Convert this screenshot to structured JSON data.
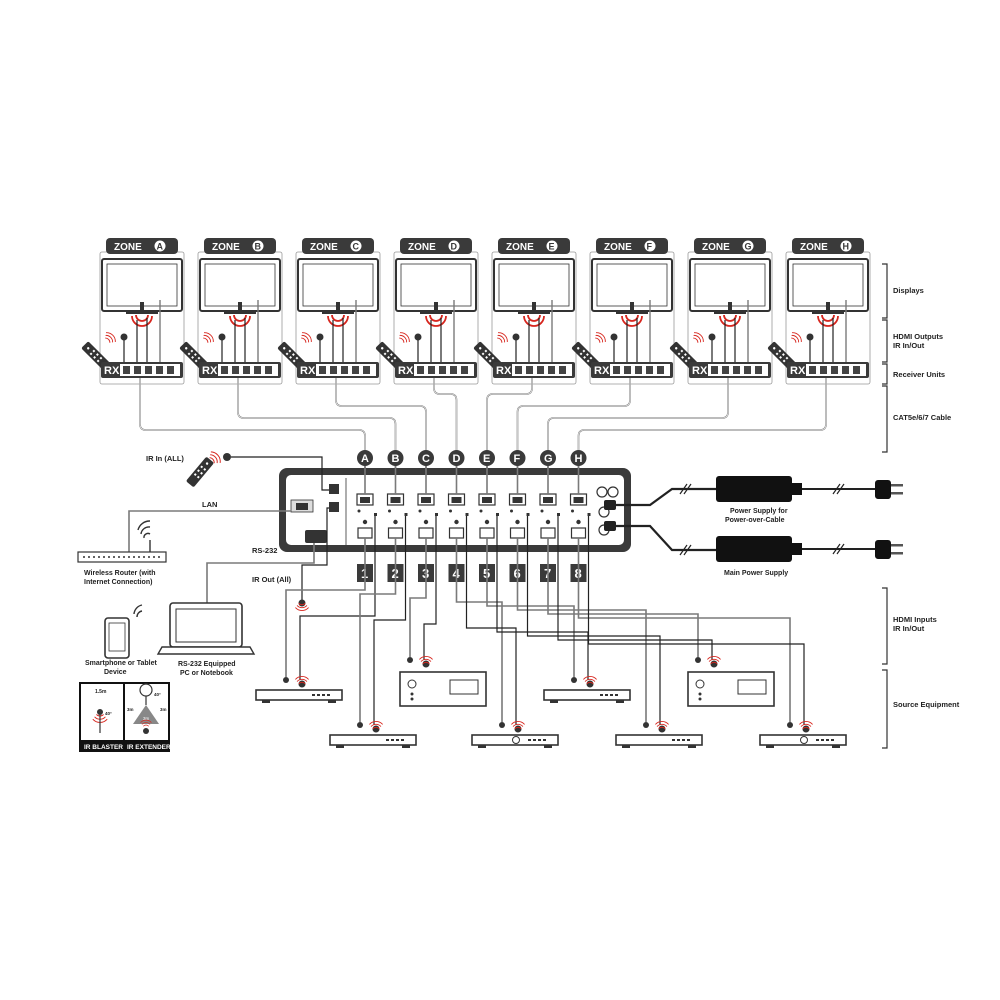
{
  "zones": [
    {
      "prefix": "ZONE",
      "letter": "A"
    },
    {
      "prefix": "ZONE",
      "letter": "B"
    },
    {
      "prefix": "ZONE",
      "letter": "C"
    },
    {
      "prefix": "ZONE",
      "letter": "D"
    },
    {
      "prefix": "ZONE",
      "letter": "E"
    },
    {
      "prefix": "ZONE",
      "letter": "F"
    },
    {
      "prefix": "ZONE",
      "letter": "G"
    },
    {
      "prefix": "ZONE",
      "letter": "H"
    }
  ],
  "receiver_label": "RX",
  "output_ports": [
    "A",
    "B",
    "C",
    "D",
    "E",
    "F",
    "G",
    "H"
  ],
  "input_ports": [
    "1",
    "2",
    "3",
    "4",
    "5",
    "6",
    "7",
    "8"
  ],
  "brackets": {
    "displays": "Displays",
    "hdmi_outputs": [
      "HDMI Outputs",
      "IR In/Out"
    ],
    "receiver_units": "Receiver Units",
    "cable": "CAT5e/6/7 Cable",
    "hdmi_inputs": [
      "HDMI Inputs",
      "IR In/Out"
    ],
    "source_equipment": "Source Equipment"
  },
  "labels": {
    "ir_in_all": "IR In (ALL)",
    "lan": "LAN",
    "rs232": "RS-232",
    "ir_out_all": "IR Out (All)",
    "router": [
      "Wireless Router (with",
      "Internet Connection)"
    ],
    "laptop": [
      "RS-232 Equipped",
      "PC or Notebook"
    ],
    "phone": [
      "Smartphone or Tablet",
      "Device"
    ],
    "psu_cable": [
      "Power Supply for",
      "Power-over-Cable"
    ],
    "psu_main": "Main Power Supply"
  },
  "legend": {
    "ir_blaster": "IR BLASTER",
    "ir_extender": "IR EXTENDER",
    "blaster_distance": "1.5m",
    "blaster_angle": "40°",
    "extender_angle": "40°",
    "extender_left": "3m",
    "extender_right": "3m",
    "extender_center": "3m"
  },
  "colors": {
    "device_dark": "#3a3a3a",
    "ir_red": "#d7261e",
    "cable_grey": "#7a7a7a"
  }
}
